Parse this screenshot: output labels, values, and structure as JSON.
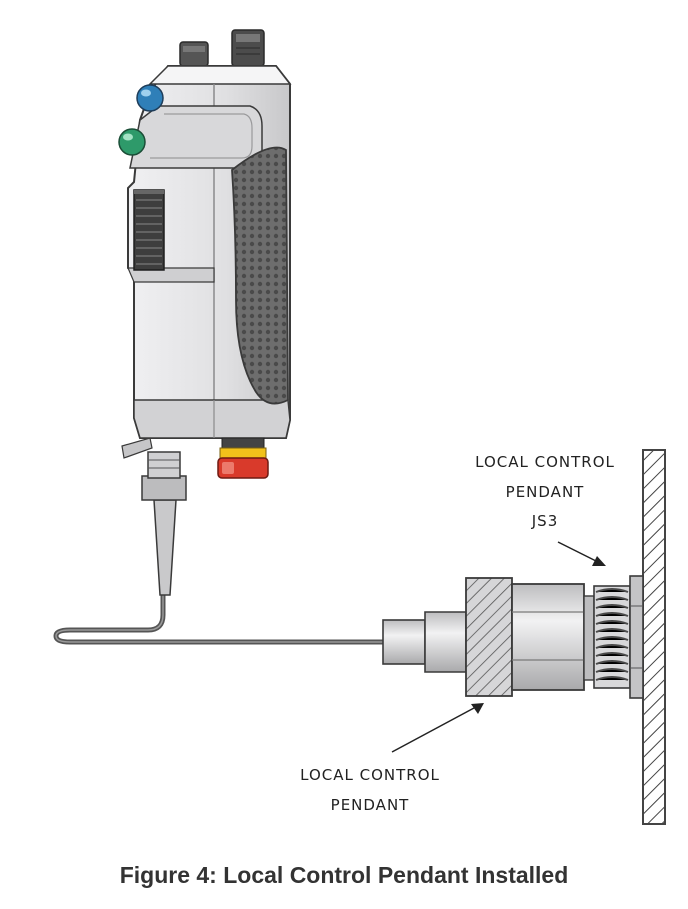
{
  "labels": {
    "wall_connector": [
      "LOCAL CONTROL",
      "PENDANT",
      "JS3"
    ],
    "pendant_connector": [
      "LOCAL CONTROL",
      "PENDANT"
    ]
  },
  "caption": "Figure 4: Local Control Pendant Installed",
  "colors": {
    "outline": "#3a3a3a",
    "body": "#e2e2e4",
    "cable": "#555555",
    "grip": "#6d6d6d",
    "button_blue": "#2f7fb8",
    "button_green": "#2e9a6a",
    "estop_red": "#d93a2b",
    "estop_yellow": "#f2c21b"
  }
}
